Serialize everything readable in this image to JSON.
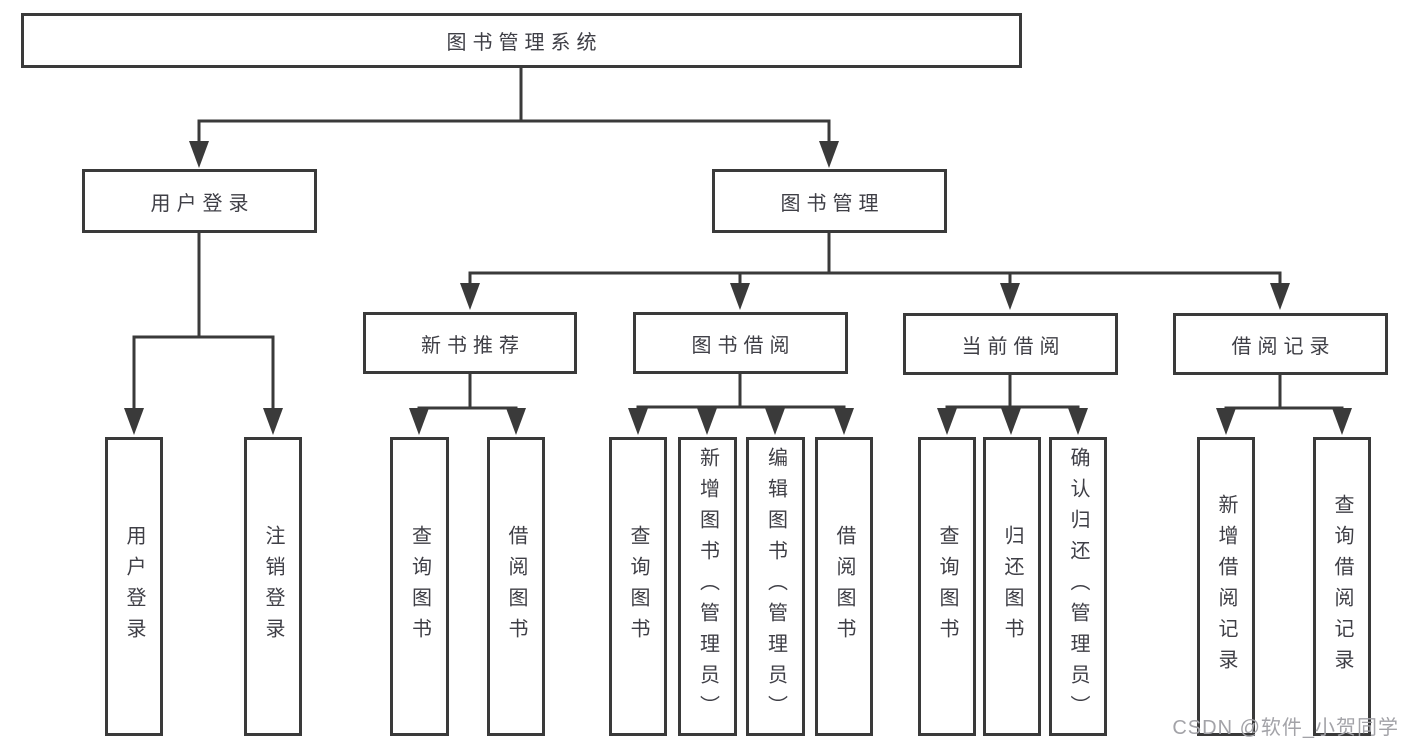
{
  "diagram_title": "图书管理系统",
  "tree": {
    "root": {
      "id": "library-management-system",
      "label": "图书管理系统"
    },
    "level1": [
      {
        "id": "user-login-group",
        "label": "用户登录"
      },
      {
        "id": "book-management",
        "label": "图书管理"
      }
    ],
    "level2": [
      {
        "id": "new-book-recommend",
        "parent": "book-management",
        "label": "新书推荐"
      },
      {
        "id": "book-borrowing",
        "parent": "book-management",
        "label": "图书借阅"
      },
      {
        "id": "current-borrowing",
        "parent": "book-management",
        "label": "当前借阅"
      },
      {
        "id": "borrowing-records",
        "parent": "book-management",
        "label": "借阅记录"
      }
    ],
    "leaves": [
      {
        "parent": "user-login-group",
        "label": "用户登录"
      },
      {
        "parent": "user-login-group",
        "label": "注销登录"
      },
      {
        "parent": "new-book-recommend",
        "label": "查询图书"
      },
      {
        "parent": "new-book-recommend",
        "label": "借阅图书"
      },
      {
        "parent": "book-borrowing",
        "label": "查询图书"
      },
      {
        "parent": "book-borrowing",
        "label": "新增图书（管理员）"
      },
      {
        "parent": "book-borrowing",
        "label": "编辑图书（管理员）"
      },
      {
        "parent": "book-borrowing",
        "label": "借阅图书"
      },
      {
        "parent": "current-borrowing",
        "label": "查询图书"
      },
      {
        "parent": "current-borrowing",
        "label": "归还图书"
      },
      {
        "parent": "current-borrowing",
        "label": "确认归还（管理员）"
      },
      {
        "parent": "borrowing-records",
        "label": "新增借阅记录"
      },
      {
        "parent": "borrowing-records",
        "label": "查询借阅记录"
      }
    ]
  },
  "watermark": {
    "text": "CSDN @软件_小贺同学",
    "color": "#a3a3a8"
  },
  "colors": {
    "line": "#3a3a3a",
    "box_border": "#3a3a3a",
    "text": "#3f3f46",
    "background": "#ffffff"
  }
}
